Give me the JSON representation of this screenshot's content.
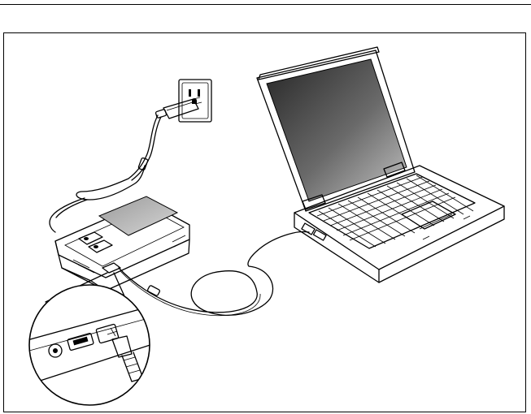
{
  "figure": {
    "frame_color": "#000000",
    "screen_gradient": [
      "#2a2a2a",
      "#b8b8b8"
    ],
    "components": [
      {
        "name": "wall-outlet",
        "icon": "power-outlet-icon"
      },
      {
        "name": "ac-adapter",
        "icon": "power-plug-icon"
      },
      {
        "name": "handheld-tester",
        "icon": "tester-icon"
      },
      {
        "name": "laptop-computer",
        "icon": "laptop-icon"
      },
      {
        "name": "usb-cable",
        "icon": "usb-cable-icon"
      },
      {
        "name": "port-detail-callout",
        "icon": "usb-icon"
      }
    ]
  }
}
